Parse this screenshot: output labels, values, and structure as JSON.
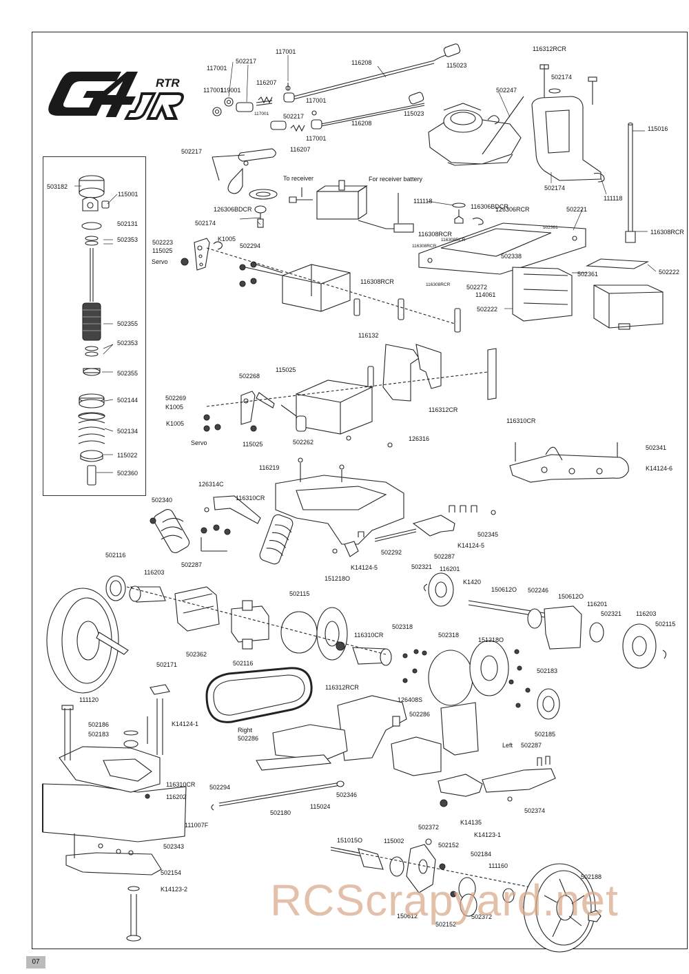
{
  "logo": {
    "model": "G4",
    "suffix": "JR",
    "tag": "RTR"
  },
  "page_number": "07",
  "watermark": "RCScrapyard.net",
  "notes": {
    "to_receiver": "To receiver",
    "for_receiver_battery": "For receiver battery",
    "servo_1": "Servo",
    "servo_2": "Servo",
    "right": "Right",
    "left": "Left"
  },
  "parts": [
    "117001",
    "502217",
    "117001",
    "116208",
    "115023",
    "117001",
    "119001",
    "116207",
    "117001",
    "117001",
    "502217",
    "116208",
    "115023",
    "117001",
    "116207",
    "116312RCR",
    "502174",
    "502247",
    "115016",
    "502217",
    "502174",
    "111118",
    "503182",
    "115001",
    "502131",
    "502353",
    "502355",
    "502353",
    "502355",
    "502144",
    "502134",
    "115022",
    "502360",
    "126306BDCR",
    "502174",
    "111118",
    "116306BDCR",
    "126306RCR",
    "502221",
    "502223",
    "115025",
    "K1005",
    "502294",
    "116308RCR",
    "116308RCR",
    "116308RCR",
    "502361",
    "116308RCR",
    "502338",
    "502361",
    "502222",
    "116308RCR",
    "116308RCR",
    "502272",
    "114061",
    "502222",
    "116132",
    "115025",
    "502268",
    "502269",
    "K1005",
    "K1005",
    "115025",
    "502262",
    "116312CR",
    "116310CR",
    "126316",
    "502341",
    "K14124-6",
    "116219",
    "126314C",
    "502340",
    "116310CR",
    "502287",
    "K14124-5",
    "502345",
    "502292",
    "502287",
    "K14124-5",
    "151218O",
    "502116",
    "116203",
    "502321",
    "116201",
    "K1420",
    "150612O",
    "502246",
    "150612O",
    "116201",
    "502321",
    "116203",
    "502115",
    "502115",
    "502362",
    "502116",
    "116310CR",
    "502318",
    "502318",
    "151218O",
    "502183",
    "502171",
    "116312RCR",
    "111120",
    "502186",
    "502183",
    "K14124-1",
    "126408S",
    "502286",
    "502286",
    "502287",
    "502185",
    "116310CR",
    "116202",
    "502294",
    "502346",
    "502180",
    "115024",
    "502374",
    "K14135",
    "111007F",
    "502343",
    "151015O",
    "115002",
    "502372",
    "502152",
    "K14123-1",
    "502184",
    "502154",
    "111160",
    "502188",
    "K14123-2",
    "150612",
    "502372",
    "502152"
  ]
}
